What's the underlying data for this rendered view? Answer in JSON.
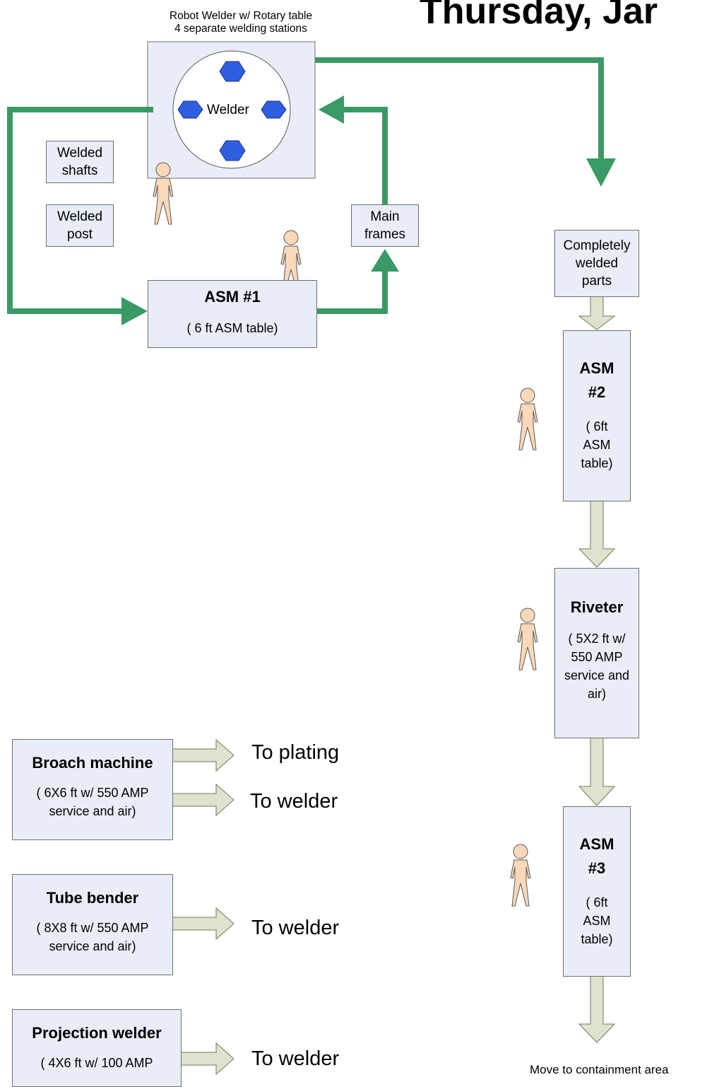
{
  "title": "Thursday, Jar",
  "robot": {
    "caption_line1": "Robot Welder w/ Rotary table",
    "caption_line2": "4 separate welding stations",
    "center_label": "Welder"
  },
  "welded_shafts": {
    "line1": "Welded",
    "line2": "shafts"
  },
  "welded_post": {
    "line1": "Welded",
    "line2": "post"
  },
  "main_frames": {
    "line1": "Main",
    "line2": "frames"
  },
  "asm1": {
    "title": "ASM #1",
    "detail": "( 6 ft ASM table)"
  },
  "completely_welded": {
    "line1": "Completely",
    "line2": "welded",
    "line3": "parts"
  },
  "asm2": {
    "title_line1": "ASM",
    "title_line2": "#2",
    "d1": "( 6ft",
    "d2": "ASM",
    "d3": "table)"
  },
  "riveter": {
    "title": "Riveter",
    "d1": "( 5X2 ft w/",
    "d2": "550 AMP",
    "d3": "service and",
    "d4": "air)"
  },
  "asm3": {
    "title_line1": "ASM",
    "title_line2": "#3",
    "d1": "( 6ft",
    "d2": "ASM",
    "d3": "table)"
  },
  "broach": {
    "title": "Broach machine",
    "d1": "( 6X6 ft w/ 550 AMP",
    "d2": "service and air)",
    "dest1": "To plating",
    "dest2": "To welder"
  },
  "tube_bender": {
    "title": "Tube bender",
    "d1": "( 8X8 ft w/ 550 AMP",
    "d2": "service and air)",
    "dest": "To welder"
  },
  "projection": {
    "title": "Projection welder",
    "d1": "( 4X6 ft w/ 100 AMP",
    "dest": "To welder"
  },
  "footer_note": "Move  to containment area",
  "colors": {
    "flow_green": "#3a9a66",
    "box_fill": "#e9edf7",
    "pale_arrow": "#dde3cc",
    "hex_blue": "#2f5fe0",
    "person_fill": "#fbd8b8"
  }
}
